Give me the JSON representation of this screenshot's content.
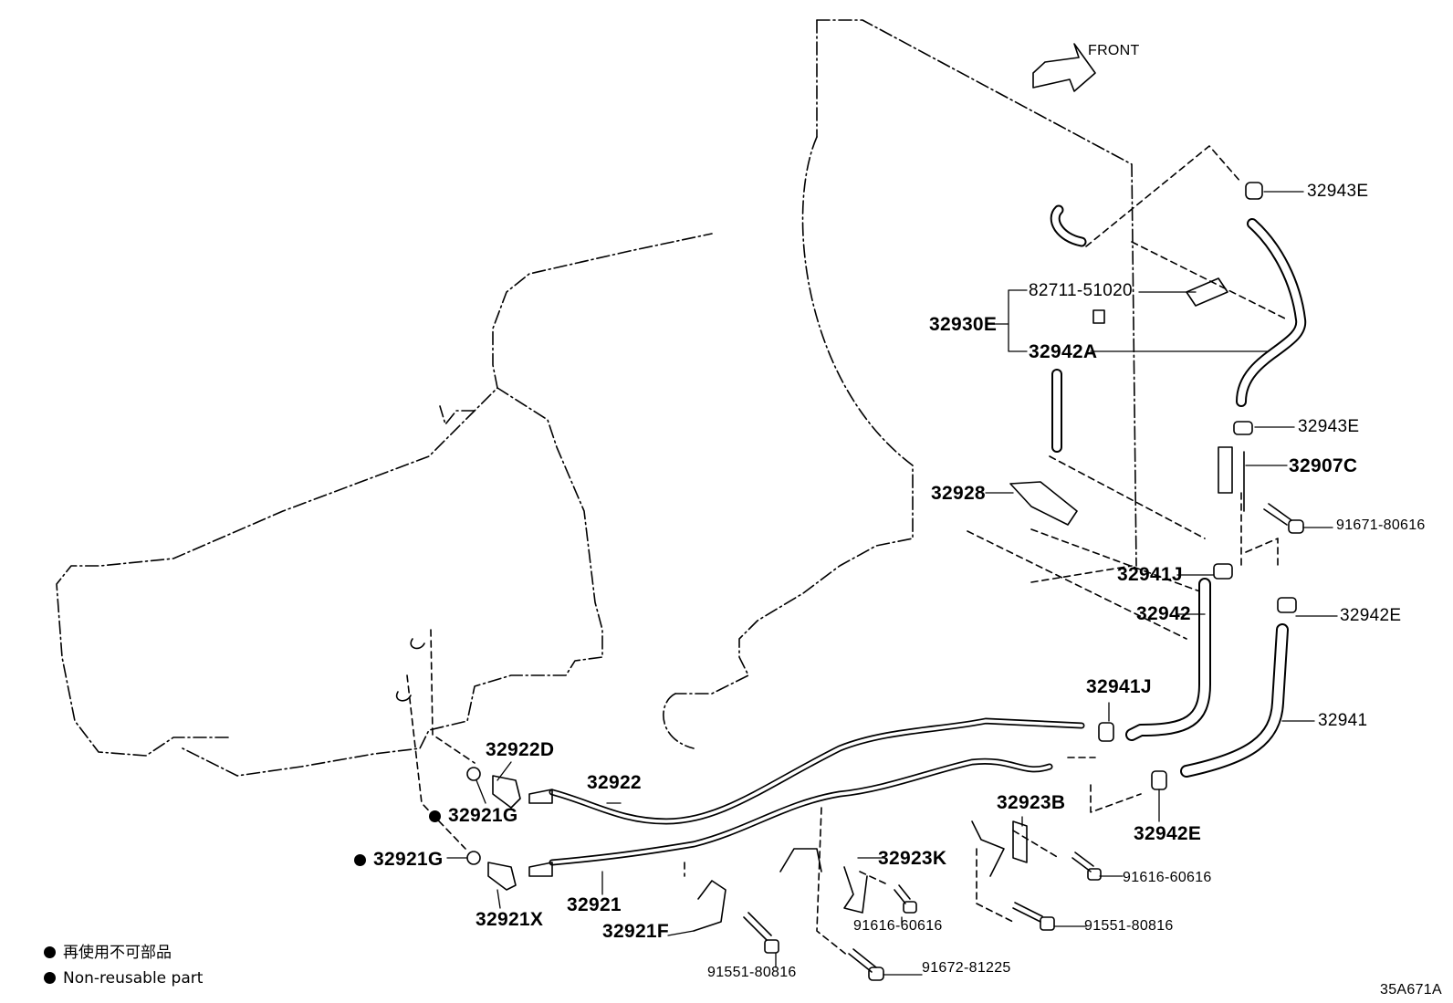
{
  "front_label": "FRONT",
  "drawing_code": "35A671A",
  "legend": {
    "jp": "再使用不可部品",
    "en": "Non-reusable part"
  },
  "parts": {
    "p32943E_top": "32943E",
    "p82711": "82711-51020",
    "p32930E": "32930E",
    "p32942A": "32942A",
    "p32943E_mid": "32943E",
    "p32907C": "32907C",
    "p91671": "91671-80616",
    "p32928": "32928",
    "p32941J_top": "32941J",
    "p32942": "32942",
    "p32942E_right": "32942E",
    "p32941J_mid": "32941J",
    "p32941": "32941",
    "p32922D": "32922D",
    "p32922": "32922",
    "p32921G_a": "32921G",
    "p32921G_b": "32921G",
    "p32921X": "32921X",
    "p32921": "32921",
    "p32921F": "32921F",
    "p32923B": "32923B",
    "p32923K": "32923K",
    "p32942E_low": "32942E",
    "p91616_right": "91616-60616",
    "p91616_mid": "91616-60616",
    "p91551_right": "91551-80816",
    "p91551_left": "91551-80816",
    "p91672": "91672-81225"
  }
}
